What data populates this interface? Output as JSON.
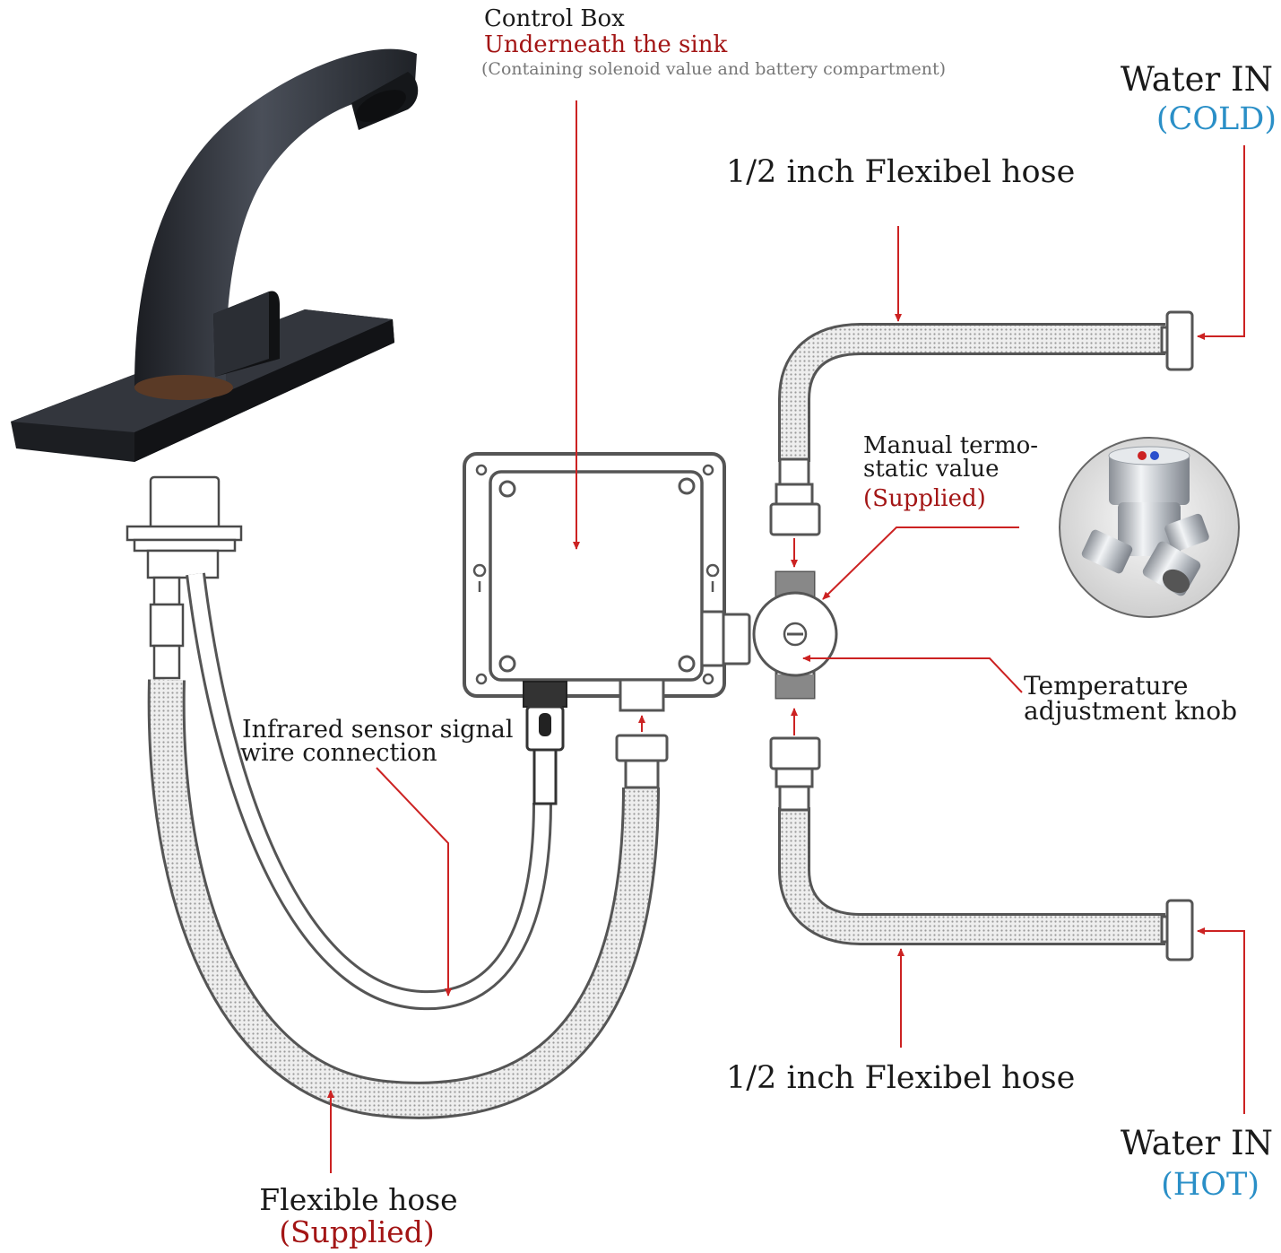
{
  "labels": {
    "control_box_title": "Control Box",
    "control_box_location": "Underneath the sink",
    "control_box_note": "(Containing solenoid value and battery compartment)",
    "water_in_cold": "Water IN",
    "cold": "(COLD)",
    "hose_top": "1/2 inch Flexibel hose",
    "thermostatic_line1": "Manual termo-",
    "thermostatic_line2": "static value",
    "thermostatic_supplied": "(Supplied)",
    "temperature_line1": "Temperature",
    "temperature_line2": "adjustment knob",
    "sensor_line1": "Infrared sensor signal",
    "sensor_line2": "wire connection",
    "hose_bottom": "1/2 inch Flexibel hose",
    "water_in_hot": "Water IN",
    "hot": "(HOT)",
    "flexible_hose": "Flexible hose",
    "flexible_supplied": "(Supplied)"
  },
  "colors": {
    "text": "#1a1a1a",
    "accent_red": "#a31515",
    "accent_blue": "#2a8fc7",
    "note_gray": "#777777",
    "leader_red": "#cc2222",
    "faucet": "#2a2d33"
  },
  "icons": [
    "faucet",
    "control-box",
    "thermostatic-valve",
    "valve-photo",
    "flexible-hose",
    "sensor-wire"
  ]
}
